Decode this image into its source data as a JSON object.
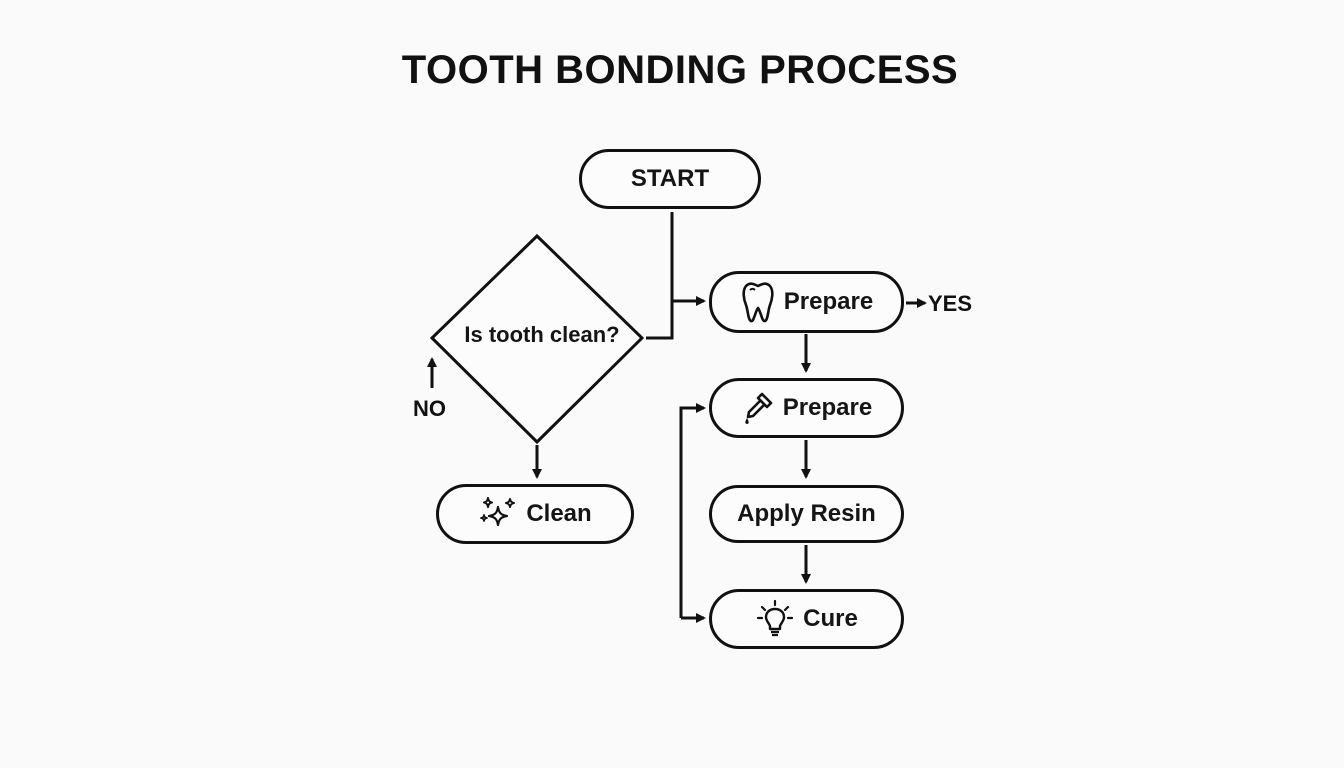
{
  "title": "TOOTH BONDING PROCESS",
  "nodes": {
    "start": {
      "label": "START"
    },
    "decision": {
      "label": "Is tooth clean?"
    },
    "prepare1": {
      "label": "Prepare",
      "icon": "tooth-icon"
    },
    "prepare2": {
      "label": "Prepare",
      "icon": "dropper-icon"
    },
    "apply": {
      "label": "Apply Resin"
    },
    "cure": {
      "label": "Cure",
      "icon": "lightbulb-icon"
    },
    "clean": {
      "label": "Clean",
      "icon": "sparkles-icon"
    }
  },
  "edge_labels": {
    "yes": "YES",
    "no": "NO"
  },
  "colors": {
    "stroke": "#111111",
    "background": "#fafafa"
  }
}
